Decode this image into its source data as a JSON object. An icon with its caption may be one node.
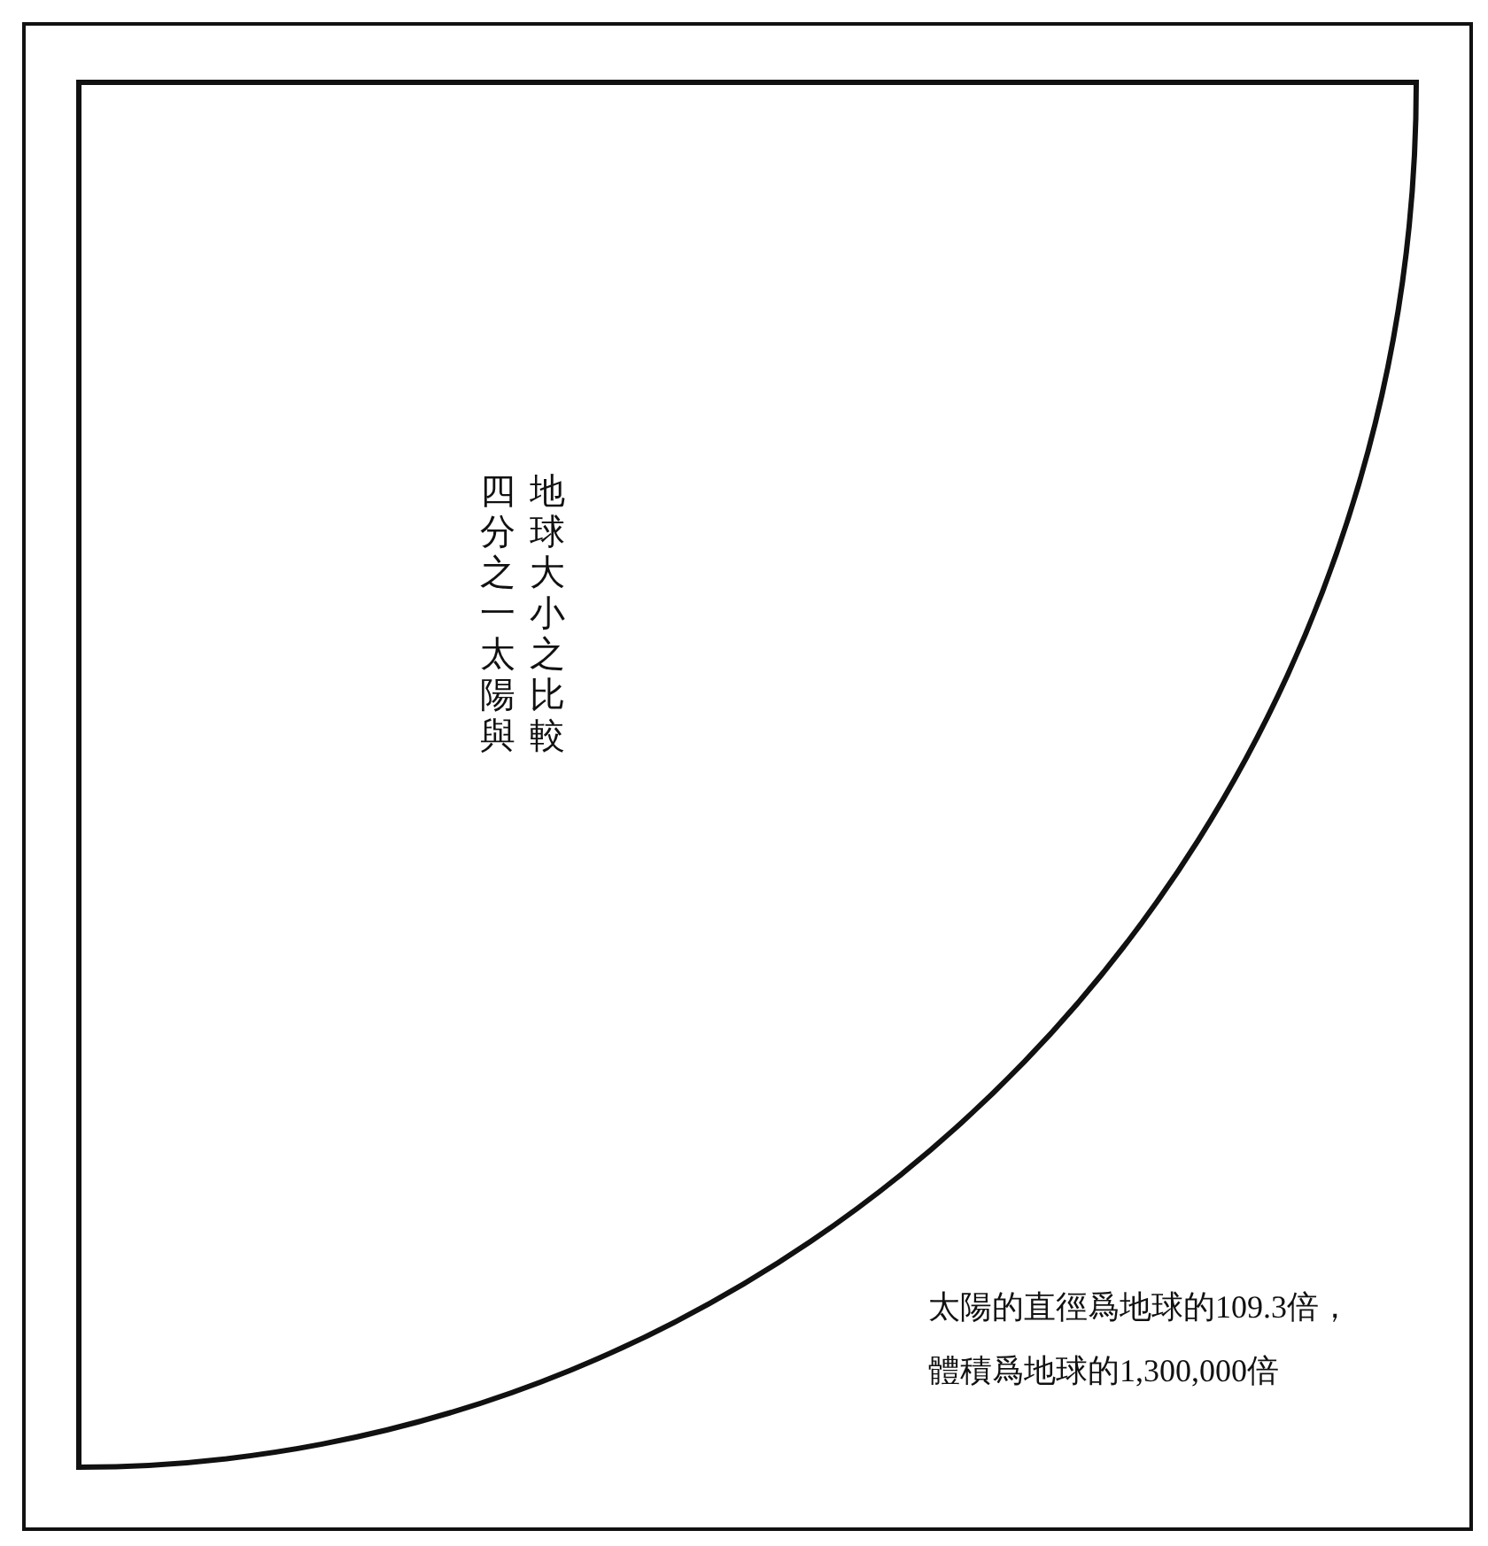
{
  "diagram": {
    "nodes": [
      {
        "text": [
          "太陽的直徑爲地球的109.3倍，體積爲地球的1,300,000倍"
        ]
      },
      {
        "text": [
          "四分之一太陽與地球大小之比較"
        ],
        "in": 0
      }
    ]
  }
}
